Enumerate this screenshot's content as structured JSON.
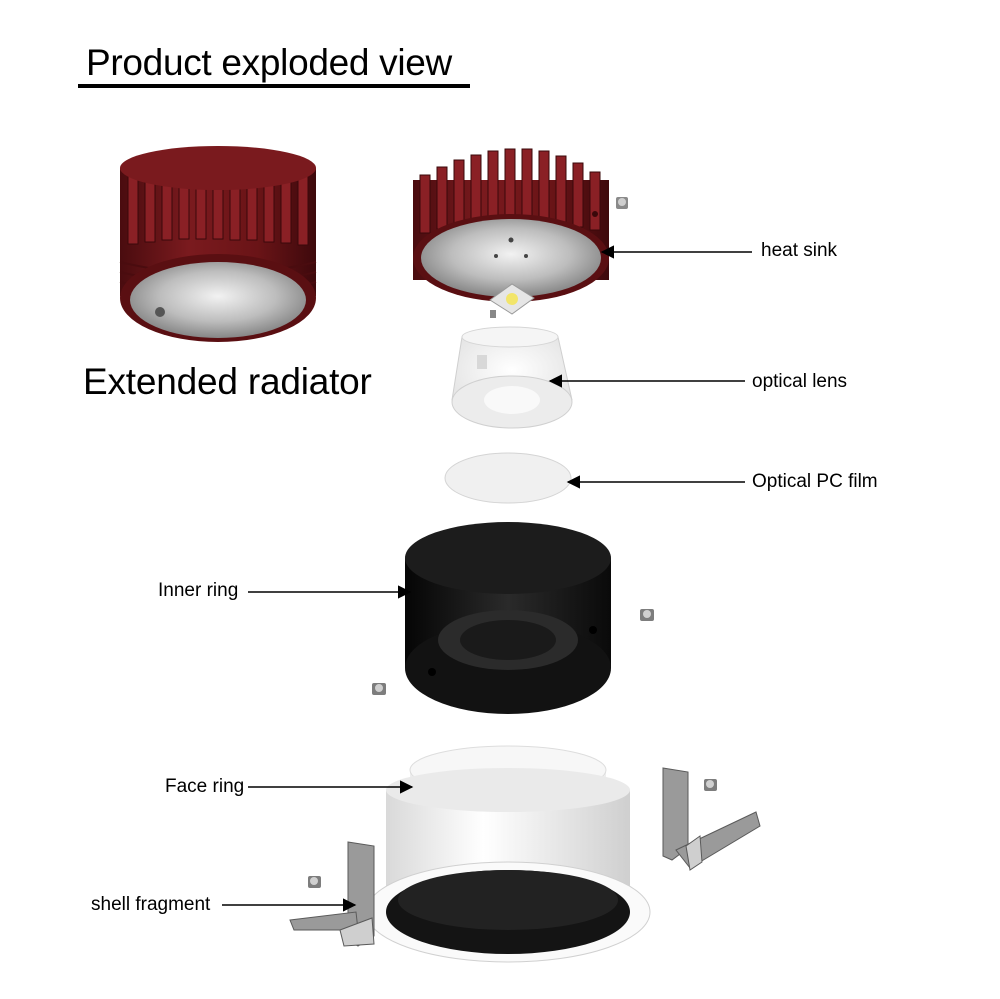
{
  "title": "Product exploded view",
  "subtitle": "Extended radiator",
  "labels": {
    "heat_sink": "heat sink",
    "optical_lens": "optical lens",
    "optical_pc_film": "Optical PC film",
    "inner_ring": "Inner ring",
    "face_ring": "Face ring",
    "shell_fragment": "shell fragment"
  },
  "colors": {
    "heat_sink_body": "#6b1418",
    "heat_sink_fins": "#7d1c20",
    "aluminium_face": "#c9c9c9",
    "inner_ring": "#151515",
    "face_ring": "#f4f4f4",
    "arrow": "#000000"
  }
}
